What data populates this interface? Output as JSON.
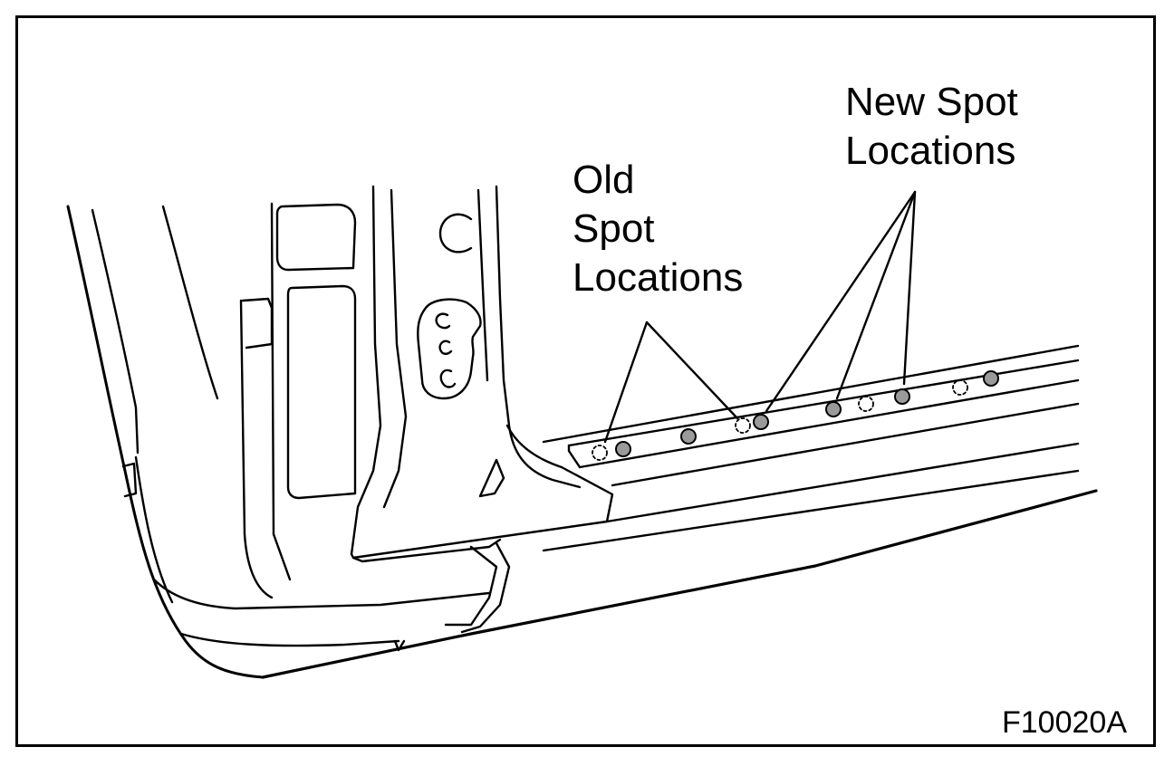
{
  "labels": {
    "old_spot": [
      "Old",
      "Spot",
      "Locations"
    ],
    "new_spot": [
      "New Spot",
      "Locations"
    ]
  },
  "figure_id": "F10020A",
  "colors": {
    "line": "#000000",
    "background": "#ffffff",
    "weld_fill": "#9a9a9a"
  }
}
